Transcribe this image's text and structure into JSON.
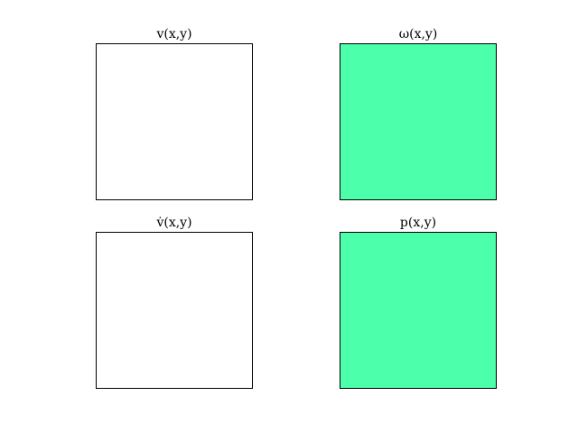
{
  "chart_data": [
    {
      "type": "heatmap",
      "title": "v(x,y)",
      "fill": "#ffffff"
    },
    {
      "type": "heatmap",
      "title": "ω(x,y)",
      "fill": "#4bffab"
    },
    {
      "type": "heatmap",
      "title": "v̇(x,y)",
      "fill": "#ffffff"
    },
    {
      "type": "heatmap",
      "title": "p(x,y)",
      "fill": "#4bffab"
    }
  ]
}
